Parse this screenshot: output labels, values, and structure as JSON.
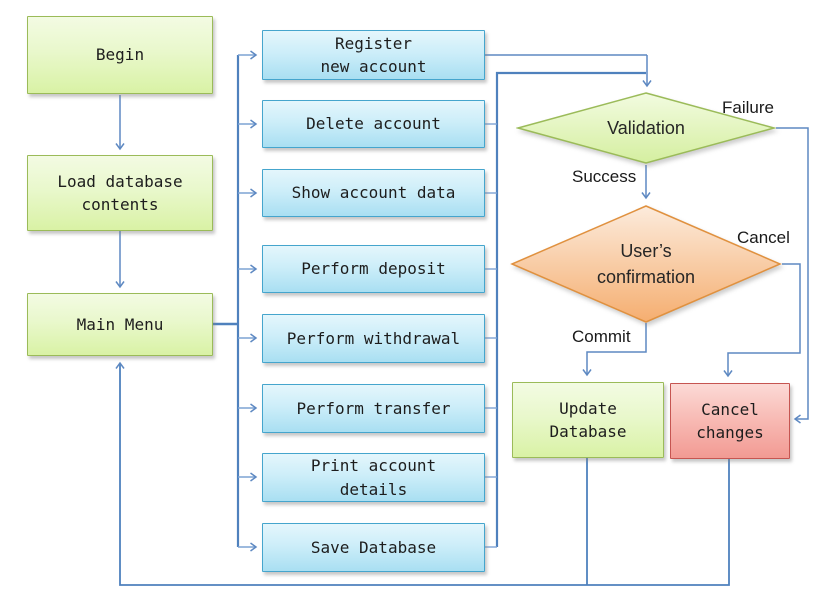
{
  "nodes": {
    "begin": {
      "label": "Begin"
    },
    "load_db": {
      "label": [
        "Load database",
        "contents"
      ]
    },
    "main_menu": {
      "label": "Main Menu"
    },
    "register": {
      "label": [
        "Register",
        "new account"
      ]
    },
    "delete_account": {
      "label": "Delete account"
    },
    "show_account": {
      "label": "Show account data"
    },
    "deposit": {
      "label": "Perform deposit"
    },
    "withdrawal": {
      "label": "Perform withdrawal"
    },
    "transfer": {
      "label": "Perform transfer"
    },
    "print_details": {
      "label": [
        "Print account",
        "details"
      ]
    },
    "save_db": {
      "label": "Save Database"
    },
    "validation": {
      "label": "Validation"
    },
    "confirmation": {
      "label": [
        "User’s",
        "confirmation"
      ]
    },
    "update_db": {
      "label": [
        "Update",
        "Database"
      ]
    },
    "cancel_changes": {
      "label": [
        "Cancel",
        "changes"
      ]
    }
  },
  "edge_labels": {
    "failure": "Failure",
    "success": "Success",
    "cancel": "Cancel",
    "commit": "Commit"
  },
  "colors": {
    "connector": "#4f81bd",
    "connector_light": "#7da3d4",
    "green_fill_top": "#f3fbe3",
    "green_fill_bottom": "#d9f2a5",
    "green_border": "#9bbb59",
    "blue_fill_top": "#e4f6fc",
    "blue_fill_bottom": "#a9dff2",
    "blue_border": "#45a5cd",
    "orange_fill_top": "#fce8d8",
    "orange_fill_bottom": "#f5ae70",
    "orange_border": "#e0913f",
    "red_fill_top": "#fcdad6",
    "red_fill_bottom": "#f29a93",
    "red_border": "#c65551"
  }
}
